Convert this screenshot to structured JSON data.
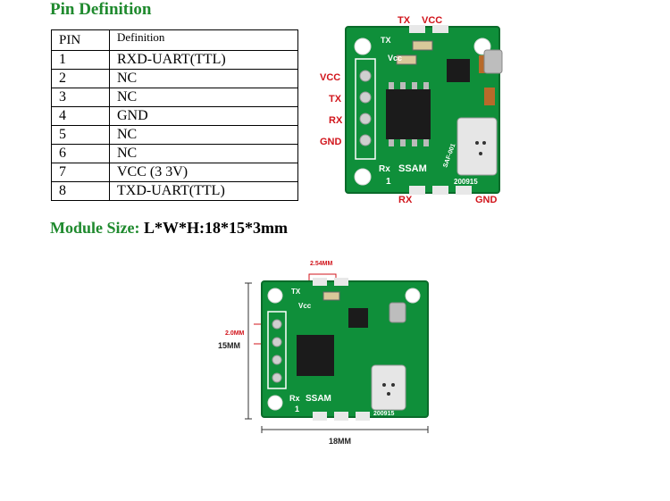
{
  "headings": {
    "pin_definition": "Pin Definition",
    "module_size_label": "Module Size:",
    "module_size_value": " L*W*H:18*15*3mm"
  },
  "table": {
    "columns": [
      "PIN",
      "Definition"
    ],
    "rows": [
      {
        "pin": "1",
        "definition": "RXD-UART(TTL)"
      },
      {
        "pin": "2",
        "definition": "NC"
      },
      {
        "pin": "3",
        "definition": "NC"
      },
      {
        "pin": "4",
        "definition": "GND"
      },
      {
        "pin": "5",
        "definition": "NC"
      },
      {
        "pin": "6",
        "definition": "NC"
      },
      {
        "pin": "7",
        "definition": "VCC (3 3V)"
      },
      {
        "pin": "8",
        "definition": "TXD-UART(TTL)"
      }
    ]
  },
  "board_top": {
    "top_labels": [
      "TX",
      "VCC"
    ],
    "left_labels": [
      "VCC",
      "TX",
      "RX",
      "GND"
    ],
    "bottom_labels": [
      "RX",
      "GND"
    ],
    "silk": {
      "tx": "TX",
      "vcc": "Vcc",
      "rx": "Rx",
      "ssam": "SSAM",
      "date": "200915",
      "one": "1",
      "part": "SAF-001"
    }
  },
  "board_bottom": {
    "pitch_label": "2.54MM",
    "spacing_label": "2.0MM",
    "height_label": "15MM",
    "width_label": "18MM"
  },
  "colors": {
    "heading_green": "#1f8a2e",
    "label_red": "#d1141b",
    "pcb_green": "#0f8f3a"
  }
}
